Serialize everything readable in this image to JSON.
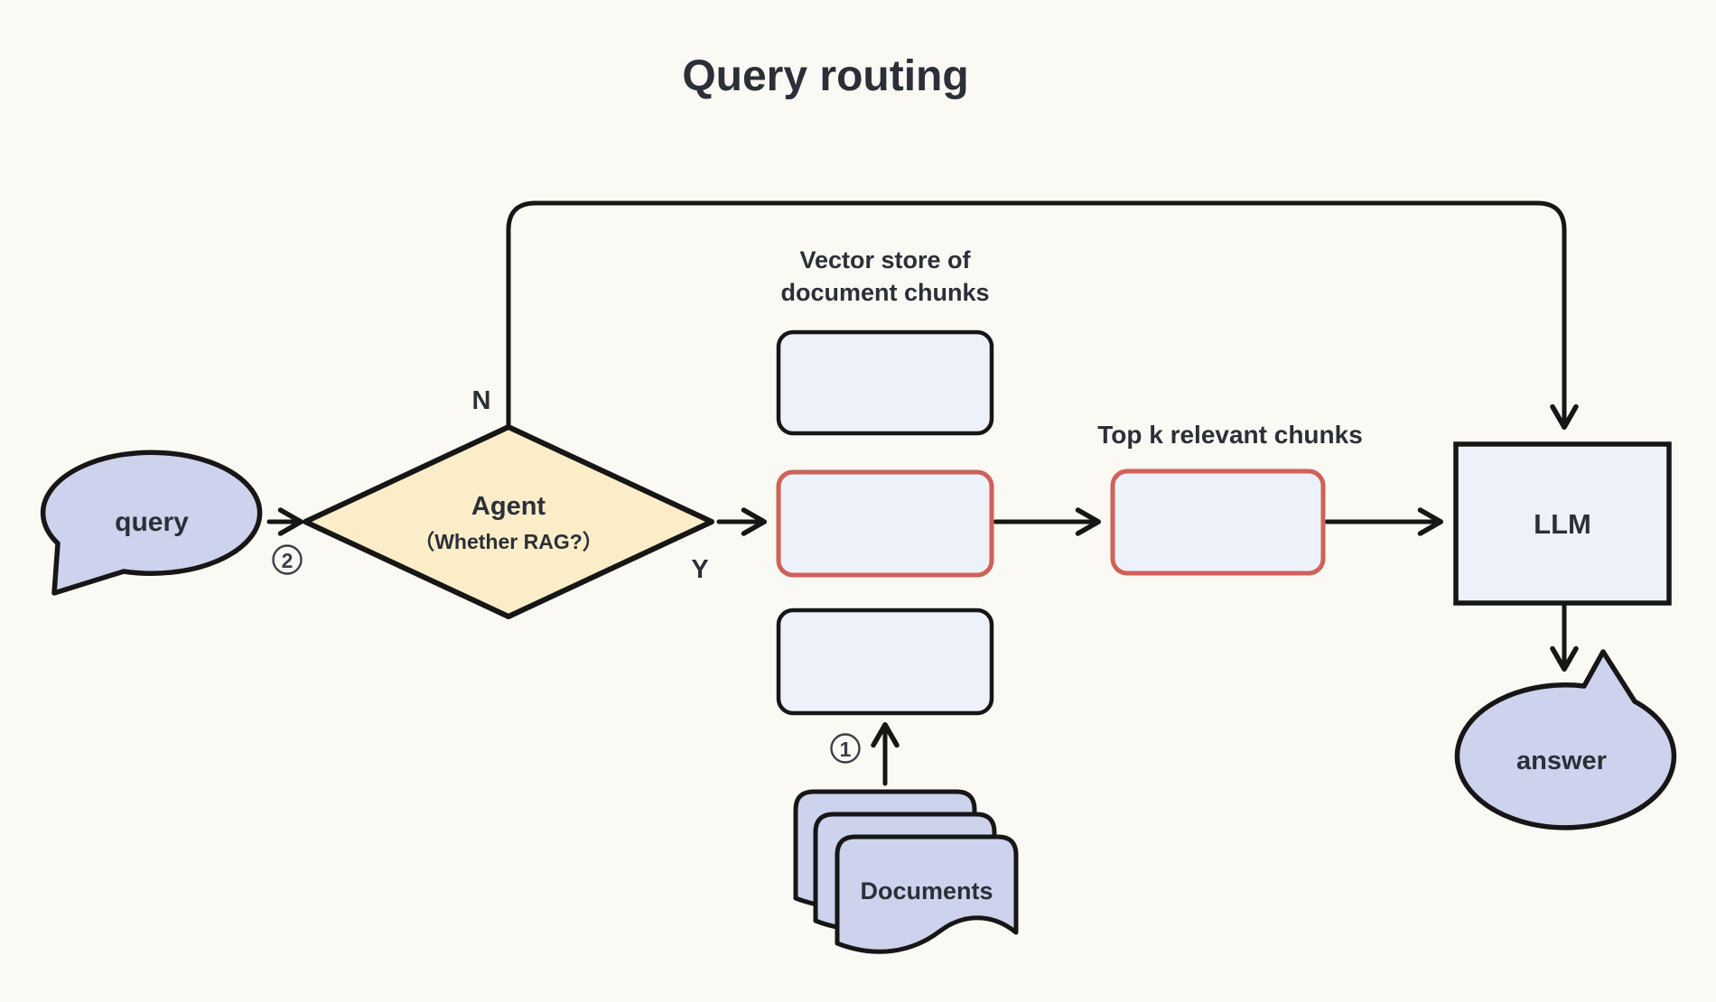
{
  "title": "Query routing",
  "colors": {
    "background": "#FBF9F3",
    "lavender": "#CDD2ED",
    "yellow": "#FAEDC8",
    "light_blue": "#EDF1F9",
    "red": "#CF6159",
    "stroke": "#161616",
    "text": "#2B2F38",
    "badge_stroke": "#3A3E45"
  },
  "nodes": {
    "query": {
      "label": "query"
    },
    "agent": {
      "label": "Agent",
      "sublabel": "（Whether RAG?）"
    },
    "vector_store": {
      "caption_line1": "Vector store of",
      "caption_line2": "document chunks"
    },
    "top_k": {
      "caption": "Top k relevant chunks"
    },
    "llm": {
      "label": "LLM"
    },
    "answer": {
      "label": "answer"
    },
    "documents": {
      "label": "Documents"
    }
  },
  "edges": {
    "branch_no": "N",
    "branch_yes": "Y",
    "step_1": "1",
    "step_2": "2"
  }
}
